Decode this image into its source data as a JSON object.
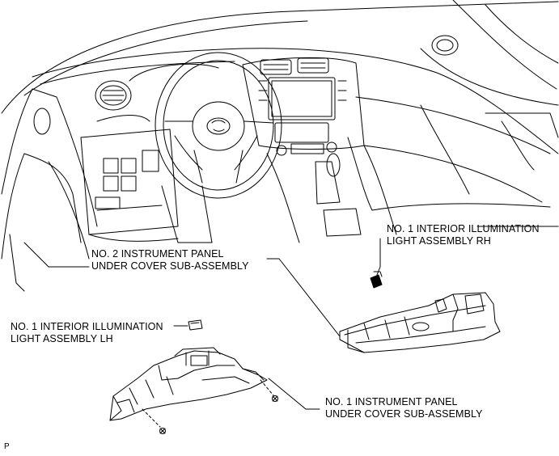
{
  "labels": {
    "rh_light": {
      "line1": "NO. 1 INTERIOR ILLUMINATION",
      "line2": "LIGHT ASSEMBLY RH"
    },
    "no2_cover": {
      "line1": "NO. 2 INSTRUMENT PANEL",
      "line2": "UNDER COVER SUB-ASSEMBLY"
    },
    "lh_light": {
      "line1": "NO. 1 INTERIOR ILLUMINATION",
      "line2": "LIGHT ASSEMBLY LH"
    },
    "no1_cover": {
      "line1": "NO. 1 INSTRUMENT PANEL",
      "line2": "UNDER COVER SUB-ASSEMBLY"
    }
  },
  "figure_code": "P"
}
